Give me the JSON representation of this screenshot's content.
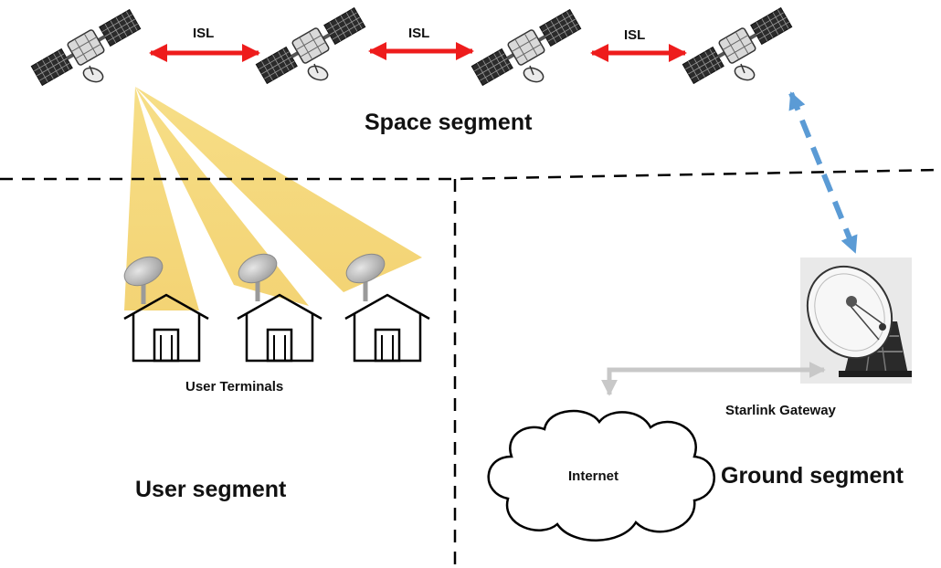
{
  "labels": {
    "isl": [
      "ISL",
      "ISL",
      "ISL"
    ],
    "space_segment": "Space segment",
    "user_segment": "User segment",
    "ground_segment": "Ground segment",
    "user_terminals": "User Terminals",
    "starlink_gateway": "Starlink Gateway",
    "internet": "Internet"
  },
  "colors": {
    "isl_arrow": "#ee1c1c",
    "gateway_link": "#5b9bd5",
    "beam": "#f0cc55",
    "terrestrial_link": "#c8c8c8",
    "divider": "#000000"
  },
  "icons": [
    "satellite-icon",
    "house-icon",
    "dish-antenna-icon",
    "gateway-antenna-icon",
    "cloud-icon"
  ]
}
